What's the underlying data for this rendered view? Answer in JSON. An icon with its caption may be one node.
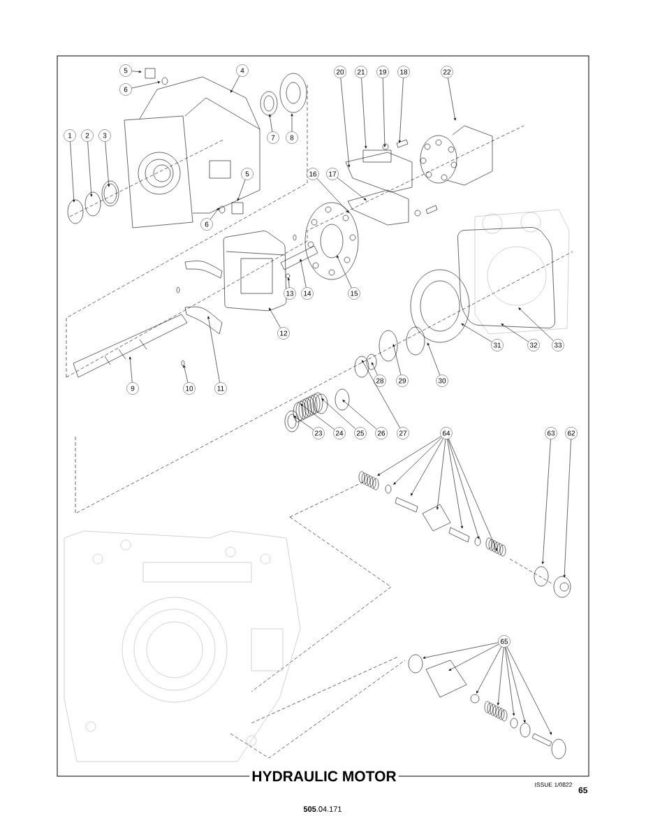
{
  "diagram": {
    "title": "HYDRAULIC MOTOR",
    "nodes": [
      {
        "text": [
          "5"
        ]
      },
      {
        "text": [
          "6"
        ]
      },
      {
        "text": [
          "4"
        ]
      },
      {
        "text": [
          "20"
        ]
      },
      {
        "text": [
          "21"
        ]
      },
      {
        "text": [
          "19"
        ]
      },
      {
        "text": [
          "18"
        ]
      },
      {
        "text": [
          "22"
        ]
      },
      {
        "text": [
          "1"
        ]
      },
      {
        "text": [
          "2"
        ]
      },
      {
        "text": [
          "3"
        ]
      },
      {
        "text": [
          "7"
        ]
      },
      {
        "text": [
          "8"
        ]
      },
      {
        "text": [
          "16"
        ]
      },
      {
        "text": [
          "17"
        ]
      },
      {
        "text": [
          "5"
        ]
      },
      {
        "text": [
          "6"
        ]
      },
      {
        "text": [
          "13"
        ]
      },
      {
        "text": [
          "14"
        ]
      },
      {
        "text": [
          "15"
        ]
      },
      {
        "text": [
          "12"
        ]
      },
      {
        "text": [
          "31"
        ]
      },
      {
        "text": [
          "32"
        ]
      },
      {
        "text": [
          "33"
        ]
      },
      {
        "text": [
          "28"
        ]
      },
      {
        "text": [
          "29"
        ]
      },
      {
        "text": [
          "30"
        ]
      },
      {
        "text": [
          "9"
        ]
      },
      {
        "text": [
          "10"
        ]
      },
      {
        "text": [
          "11"
        ]
      },
      {
        "text": [
          "23"
        ]
      },
      {
        "text": [
          "24"
        ]
      },
      {
        "text": [
          "25"
        ]
      },
      {
        "text": [
          "26"
        ]
      },
      {
        "text": [
          "27"
        ]
      },
      {
        "text": [
          "64"
        ]
      },
      {
        "text": [
          "63"
        ]
      },
      {
        "text": [
          "62"
        ]
      },
      {
        "text": [
          "65"
        ]
      }
    ],
    "edges": [
      {
        "from": 0,
        "to": null,
        "arrow": "to"
      },
      {
        "from": 1,
        "to": null,
        "arrow": "to"
      },
      {
        "from": 2,
        "to": null,
        "arrow": "to"
      },
      {
        "from": 3,
        "to": null,
        "arrow": "to"
      },
      {
        "from": 4,
        "to": null,
        "arrow": "to"
      },
      {
        "from": 5,
        "to": null,
        "arrow": "to"
      },
      {
        "from": 6,
        "to": null,
        "arrow": "to"
      },
      {
        "from": 7,
        "to": null,
        "arrow": "to"
      },
      {
        "from": 8,
        "to": null,
        "arrow": "to"
      },
      {
        "from": 9,
        "to": null,
        "arrow": "to"
      },
      {
        "from": 10,
        "to": null,
        "arrow": "to"
      },
      {
        "from": 11,
        "to": null,
        "arrow": "to"
      },
      {
        "from": 12,
        "to": null,
        "arrow": "to"
      },
      {
        "from": 13,
        "to": null,
        "arrow": "to"
      },
      {
        "from": 14,
        "to": null,
        "arrow": "to"
      },
      {
        "from": 15,
        "to": null,
        "arrow": "to"
      },
      {
        "from": 16,
        "to": null,
        "arrow": "to"
      },
      {
        "from": 17,
        "to": null,
        "arrow": "to"
      },
      {
        "from": 18,
        "to": null,
        "arrow": "to"
      },
      {
        "from": 19,
        "to": null,
        "arrow": "to"
      },
      {
        "from": 20,
        "to": null,
        "arrow": "to"
      },
      {
        "from": 21,
        "to": null,
        "arrow": "to"
      },
      {
        "from": 22,
        "to": null,
        "arrow": "to"
      },
      {
        "from": 23,
        "to": null,
        "arrow": "to"
      },
      {
        "from": 24,
        "to": null,
        "arrow": "to"
      },
      {
        "from": 25,
        "to": null,
        "arrow": "to"
      },
      {
        "from": 26,
        "to": null,
        "arrow": "to"
      },
      {
        "from": 27,
        "to": null,
        "arrow": "to"
      },
      {
        "from": 28,
        "to": null,
        "arrow": "to"
      },
      {
        "from": 29,
        "to": null,
        "arrow": "to"
      },
      {
        "from": 30,
        "to": null,
        "arrow": "to"
      },
      {
        "from": 31,
        "to": null,
        "arrow": "to"
      },
      {
        "from": 32,
        "to": null,
        "arrow": "to"
      },
      {
        "from": 33,
        "to": null,
        "arrow": "to"
      },
      {
        "from": 34,
        "to": null,
        "arrow": "to"
      },
      {
        "from": 35,
        "to": null,
        "arrow": "to"
      },
      {
        "from": 35,
        "to": null,
        "arrow": "to"
      },
      {
        "from": 35,
        "to": null,
        "arrow": "to"
      },
      {
        "from": 35,
        "to": null,
        "arrow": "to"
      },
      {
        "from": 35,
        "to": null,
        "arrow": "to"
      },
      {
        "from": 35,
        "to": null,
        "arrow": "to"
      },
      {
        "from": 35,
        "to": null,
        "arrow": "to"
      },
      {
        "from": 36,
        "to": null,
        "arrow": "to"
      },
      {
        "from": 37,
        "to": null,
        "arrow": "to"
      },
      {
        "from": 38,
        "to": null,
        "arrow": "to"
      },
      {
        "from": 38,
        "to": null,
        "arrow": "to"
      },
      {
        "from": 38,
        "to": null,
        "arrow": "to"
      },
      {
        "from": 38,
        "to": null,
        "arrow": "to"
      },
      {
        "from": 38,
        "to": null,
        "arrow": "to"
      },
      {
        "from": 38,
        "to": null,
        "arrow": "to"
      },
      {
        "from": 38,
        "to": null,
        "arrow": "to"
      }
    ],
    "labels": [
      "ISSUE 1/0822",
      "65",
      "**505**.04.171"
    ]
  }
}
